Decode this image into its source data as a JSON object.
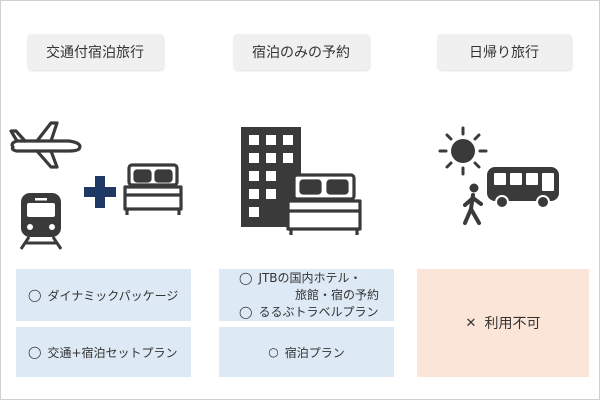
{
  "columns": [
    {
      "title": "交通付宿泊旅行"
    },
    {
      "title": "宿泊のみの予約"
    },
    {
      "title": "日帰り旅行"
    }
  ],
  "col1": {
    "opt1": "ダイナミックパッケージ",
    "opt2": "交通+宿泊セットプラン"
  },
  "col2": {
    "opt1_line1": "JTBの国内ホテル・",
    "opt1_line2": "旅館・宿の予約",
    "opt2": "るるぶトラベルプラン",
    "opt3": "宿泊プラン"
  },
  "col3": {
    "status": "利用不可"
  },
  "symbols": {
    "available": "◯",
    "available_small": "○",
    "unavailable": "✕"
  },
  "colors": {
    "icon": "#3a3a3a",
    "plus": "#1f3864",
    "blue_pane": "#dde9f4",
    "red_pane": "#fbe5d6"
  },
  "icons": [
    "airplane-icon",
    "train-icon",
    "plus-icon",
    "bed-icon",
    "building-icon",
    "sun-icon",
    "walking-person-icon",
    "bus-icon"
  ]
}
